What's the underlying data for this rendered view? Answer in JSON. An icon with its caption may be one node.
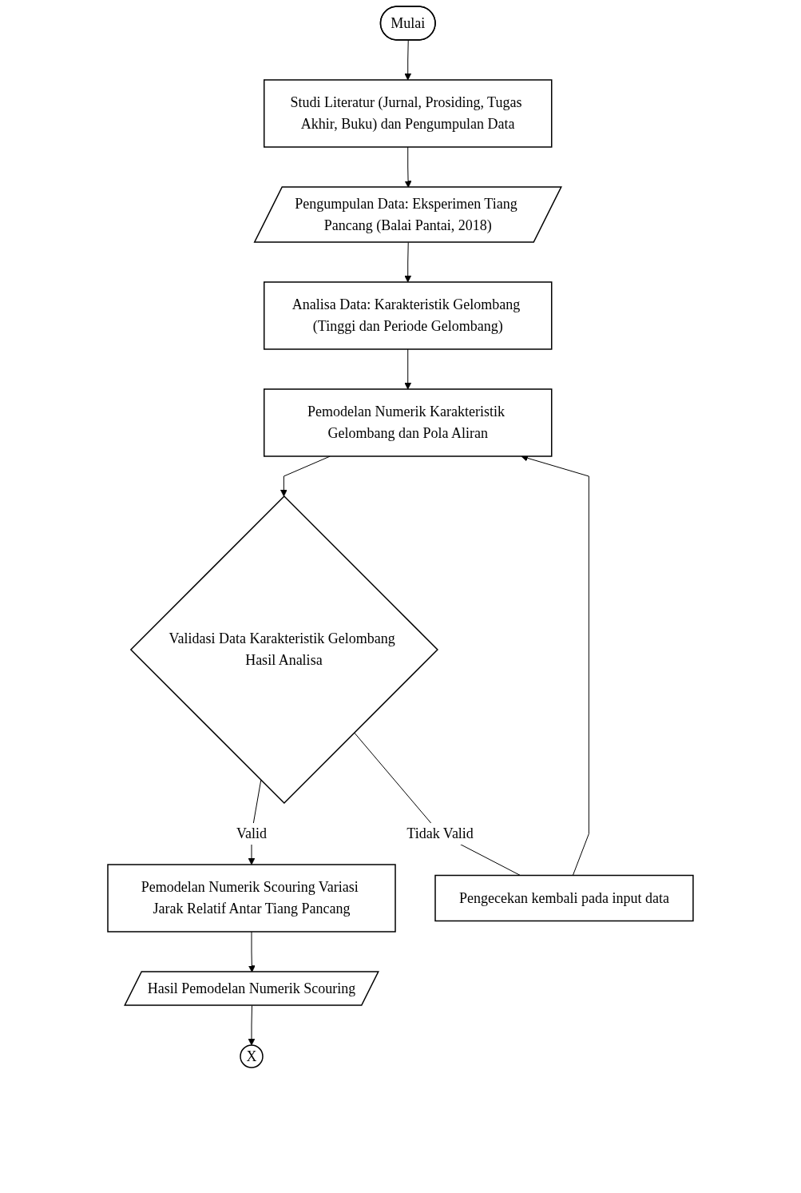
{
  "diagram": {
    "nodes": [
      {
        "text": [
          "Mulai"
        ]
      },
      {
        "text": [
          "Studi Literatur (Jurnal, Prosiding, Tugas Akhir, Buku) dan Pengumpulan Data"
        ]
      },
      {
        "text": [
          "Pengumpulan Data: Eksperimen Tiang Pancang (Balai Pantai, 2018)"
        ]
      },
      {
        "text": [
          "Analisa Data: Karakteristik Gelombang (Tinggi dan Periode Gelombang)"
        ]
      },
      {
        "text": [
          "Pemodelan Numerik Karakteristik Gelombang dan Pola Aliran"
        ]
      },
      {
        "text": [
          "Validasi Data Karakteristik Gelombang Hasil Analisa"
        ]
      },
      {
        "text": [
          "Pemodelan Numerik Scouring Variasi Jarak Relatif Antar Tiang Pancang"
        ]
      },
      {
        "text": [
          "Pengecekan kembali pada input data"
        ]
      },
      {
        "text": [
          "Hasil Pemodelan Numerik Scouring"
        ]
      },
      {
        "text": [
          "X"
        ]
      }
    ],
    "edges": [
      {
        "from": 0,
        "to": 1,
        "arrow": "to"
      },
      {
        "from": 1,
        "to": 2,
        "arrow": "to"
      },
      {
        "from": 2,
        "to": 3,
        "arrow": "to"
      },
      {
        "from": 3,
        "to": 4,
        "arrow": "to"
      },
      {
        "from": 4,
        "to": 5,
        "arrow": "to"
      },
      {
        "from": 5,
        "to": 6,
        "label": "Valid",
        "arrow": "to"
      },
      {
        "from": 5,
        "to": 7,
        "label": "Tidak Valid",
        "arrow": "none"
      },
      {
        "from": 7,
        "to": 4,
        "arrow": "to"
      },
      {
        "from": 6,
        "to": 8,
        "arrow": "to"
      },
      {
        "from": 8,
        "to": 9,
        "arrow": "to"
      }
    ]
  }
}
